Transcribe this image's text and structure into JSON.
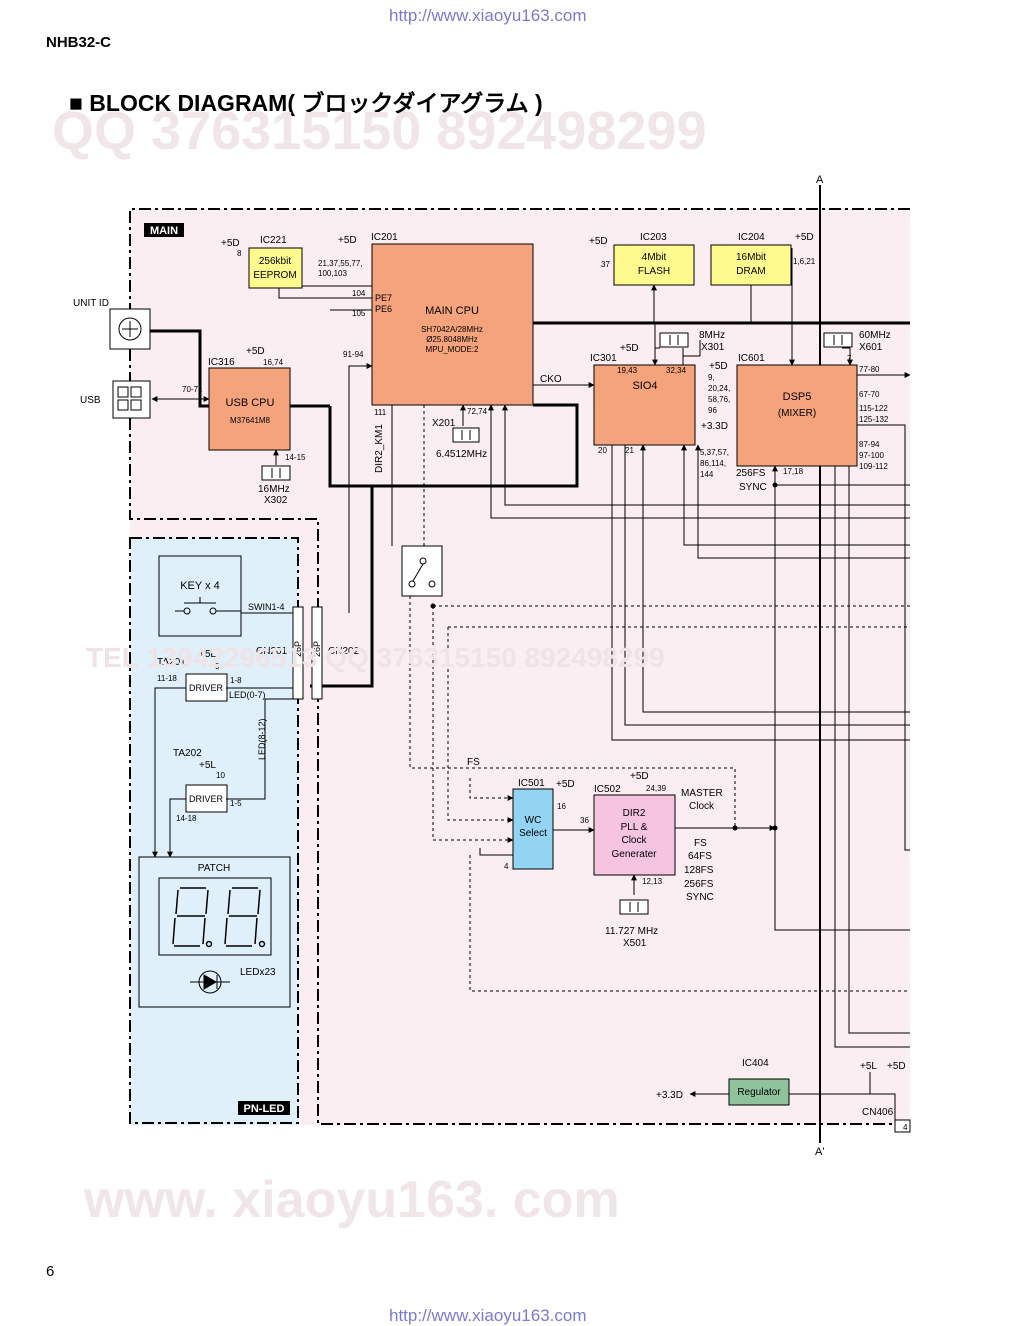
{
  "header": {
    "url_top": "http://www.xiaoyu163.com",
    "model": "NHB32-C",
    "title": "■ BLOCK DIAGRAM( ブロックダイアグラム )",
    "url_bottom": "http://www.xiaoyu163.com",
    "page_number": "6"
  },
  "watermarks": {
    "qq": "QQ 376315150   892498299",
    "site": "www. xiaoyu163. com",
    "mid": "TEL 13942296513    QQ 376315150  892498299"
  },
  "colors": {
    "main_bg": "#fbeef2",
    "pnled_bg": "#dff0fb",
    "cpu": "#f4a37c",
    "memory": "#fefa8e",
    "wc": "#93d4f3",
    "dir2": "#f6c3e0",
    "regulator": "#8fc39b"
  },
  "sections": {
    "main": "MAIN",
    "pnled": "PN-LED",
    "axis_top": "A",
    "axis_bottom": "A'"
  },
  "blocks": {
    "main_cpu": {
      "ref": "IC201",
      "name": "MAIN CPU",
      "sub1": "SH7042A/28MHz",
      "sub2": "Ø25.8048MHz",
      "sub3": "MPU_MODE:2"
    },
    "eeprom": {
      "ref": "IC221",
      "line1": "256kbit",
      "line2": "EEPROM"
    },
    "flash": {
      "ref": "IC203",
      "line1": "4Mbit",
      "line2": "FLASH"
    },
    "dram": {
      "ref": "IC204",
      "line1": "16Mbit",
      "line2": "DRAM"
    },
    "usb_cpu": {
      "ref": "IC316",
      "name": "USB CPU",
      "sub": "M37641M8"
    },
    "sio4": {
      "ref": "IC301",
      "name": "SIO4"
    },
    "dsp5": {
      "ref": "IC601",
      "line1": "DSP5",
      "line2": "(MIXER)"
    },
    "wc": {
      "ref": "IC501",
      "line1": "WC",
      "line2": "Select"
    },
    "dir2": {
      "ref": "IC502",
      "line1": "DIR2",
      "line2": "PLL &",
      "line3": "Clock",
      "line4": "Generater"
    },
    "regulator": {
      "ref": "IC404",
      "name": "Regulator"
    },
    "driver1": {
      "ref": "TA201",
      "name": "DRIVER"
    },
    "driver2": {
      "ref": "TA202",
      "name": "DRIVER"
    },
    "key": {
      "label": "KEY x 4"
    },
    "patch": {
      "label": "PATCH",
      "led": "LEDx23"
    }
  },
  "labels": {
    "p5d": "+5D",
    "p5l": "+5L",
    "p33d": "+3.3D",
    "unit_id": "UNIT ID",
    "usb": "USB",
    "cko": "CKO",
    "dir2_km1": "DIR2_KM1",
    "fs": "FS",
    "sync": "SYNC",
    "fs256": "256FS",
    "master1": "MASTER",
    "master2": "Clock",
    "fs_list": [
      "FS",
      "64FS",
      "128FS",
      "256FS",
      "SYNC"
    ],
    "swin": "SWIN1-4",
    "led07": "LED(0-7)",
    "led812": "LED(8-12)",
    "cn201": "CN201",
    "cn202": "CN202",
    "p26": "26P",
    "cn406": "CN406",
    "pe7": "PE7",
    "pe6": "PE6",
    "x201": "X201",
    "x201f": "6.4512MHz",
    "x301f": "8MHz",
    "x301": "X301",
    "x601f": "60MHz",
    "x601": "X601",
    "x302f": "16MHz",
    "x302": "X302",
    "x501f": "11.727 MHz",
    "x501": "X501"
  },
  "pins": {
    "eeprom_pwr": "8",
    "cpu_pwr": "21,37,55,77,",
    "cpu_pwr2": "100,103",
    "p104": "104",
    "p105": "105",
    "p9194": "91-94",
    "p111": "111",
    "p7274": "72,74",
    "flash_pwr": "37",
    "dram_pwr": "1,6,21",
    "usb_pwr": "16,74",
    "p7071": "70-71",
    "p1415": "14-15",
    "sio_1943": "19,43",
    "sio_3234": "32,34",
    "sio_20": "20",
    "sio_21": "21",
    "dsp_7": "7",
    "dsp_9a": "9,",
    "dsp_9b": "20,24,",
    "dsp_9c": "58,76,",
    "dsp_9d": "96",
    "dsp_5a": "5,37,57,",
    "dsp_5b": "86,114,",
    "dsp_5c": "144",
    "dsp_1718": "17,18",
    "dsp_7780": "77-80",
    "dsp_6770": "67-70",
    "dsp_115": "115-122",
    "dsp_125": "125-132",
    "dsp_8794": "87-94",
    "dsp_97": "97-100",
    "dsp_109": "109-112",
    "wc_16": "16",
    "wc_4": "4",
    "dir_36": "36",
    "dir_2439": "24,39",
    "dir_1213": "12,13",
    "drv_1118": "11-18",
    "drv_9": "9",
    "drv_18": "1-8",
    "drv_1418": "14-18",
    "drv_10": "10",
    "drv_15": "1-5",
    "cn406_4": "4"
  }
}
